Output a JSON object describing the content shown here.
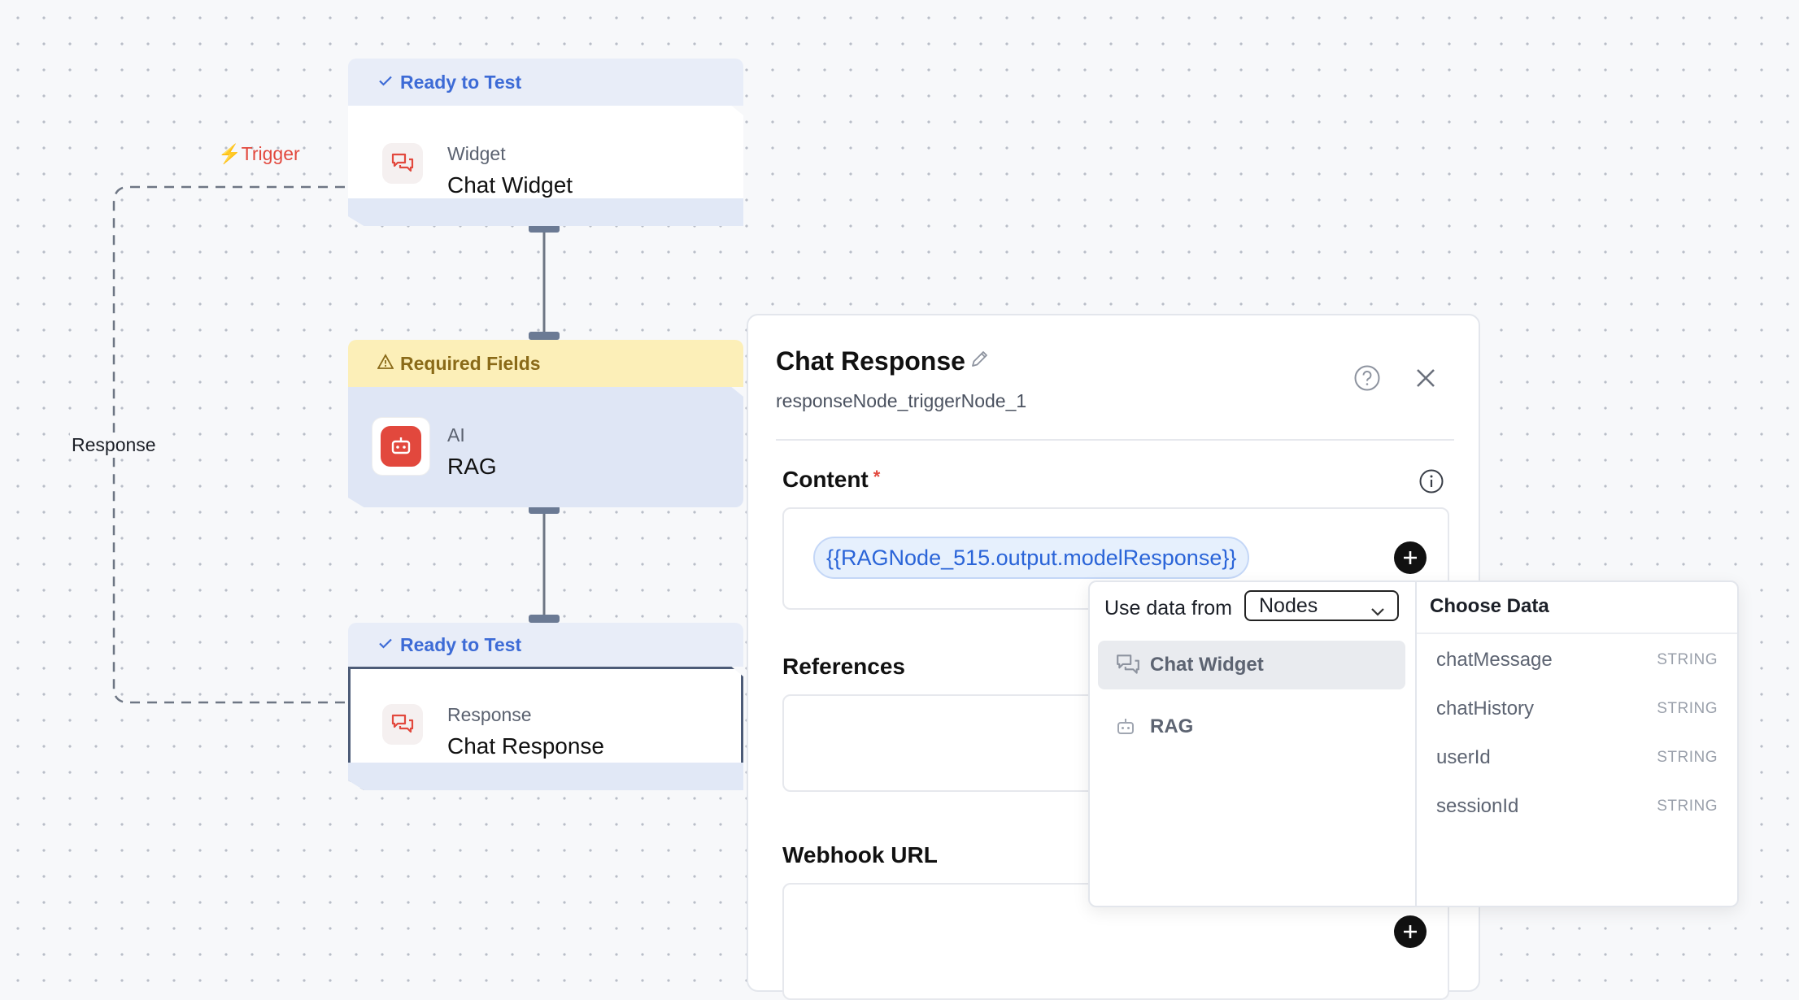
{
  "canvas": {
    "trigger_label": "Trigger",
    "response_edge_label": "Response"
  },
  "nodes": [
    {
      "status": "Ready to Test",
      "status_type": "ready",
      "kind": "Widget",
      "title": "Chat Widget",
      "icon": "chat-bubbles-icon"
    },
    {
      "status": "Required Fields",
      "status_type": "required",
      "kind": "AI",
      "title": "RAG",
      "icon": "robot-icon"
    },
    {
      "status": "Ready to Test",
      "status_type": "ready",
      "kind": "Response",
      "title": "Chat Response",
      "icon": "chat-bubbles-icon"
    }
  ],
  "panel": {
    "title": "Chat Response",
    "subtitle": "responseNode_triggerNode_1",
    "content_label": "Content",
    "content_required_mark": "*",
    "content_token": "{{RAGNode_515.output.modelResponse}}",
    "references_label": "References",
    "webhook_label": "Webhook URL"
  },
  "popover": {
    "use_data_from_label": "Use data from",
    "source_select_value": "Nodes",
    "sources": [
      {
        "label": "Chat Widget",
        "icon": "chat-bubbles-icon",
        "active": true
      },
      {
        "label": "RAG",
        "icon": "robot-icon",
        "active": false
      }
    ],
    "choose_title": "Choose Data",
    "fields": [
      {
        "name": "chatMessage",
        "type": "STRING"
      },
      {
        "name": "chatHistory",
        "type": "STRING"
      },
      {
        "name": "userId",
        "type": "STRING"
      },
      {
        "name": "sessionId",
        "type": "STRING"
      }
    ]
  },
  "colors": {
    "accent_blue": "#3d6bd6",
    "warning_bg": "#fcefb8",
    "danger_red": "#e2483d"
  }
}
